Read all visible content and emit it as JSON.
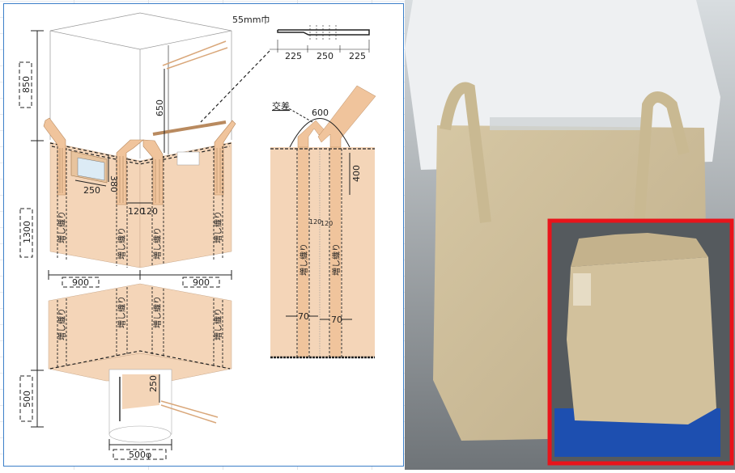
{
  "diagram": {
    "belt_width_label": "55mm巾",
    "belt_segments": [
      "225",
      "250",
      "225"
    ],
    "heights": {
      "top_skirt": "850",
      "body": "1300",
      "spout": "500"
    },
    "lift_loop_height": "650",
    "pocket": {
      "height": "380",
      "width": "250"
    },
    "loop_spacing": [
      "120",
      "120"
    ],
    "side_widths": [
      "900",
      "900"
    ],
    "spout_diameter": "500φ",
    "spout_tie": "250",
    "detail": {
      "cross_label": "交差",
      "loop_span": "600",
      "stitch_length": "400",
      "spacing": [
        "120",
        "120"
      ],
      "belt_widths": [
        "70",
        "70"
      ]
    },
    "reinforce_label": "増し織り"
  },
  "photo": {
    "highlight_color": "#e8141b"
  }
}
